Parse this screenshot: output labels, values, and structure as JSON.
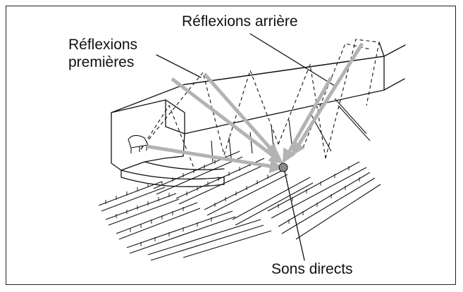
{
  "labels": {
    "rear_reflections": "Réflexions arrière",
    "early_reflections_line1": "Réflexions",
    "early_reflections_line2": "premières",
    "direct_sounds": "Sons directs"
  },
  "colors": {
    "line": "#111111",
    "arrow": "#b3b3b3",
    "listener": "#8a8a8a",
    "border": "#222222",
    "background": "#ffffff"
  }
}
